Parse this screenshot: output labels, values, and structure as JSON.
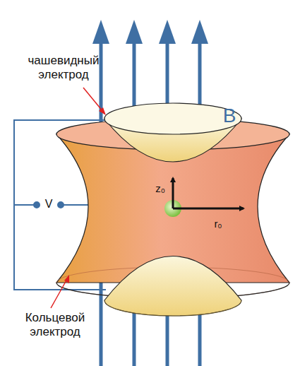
{
  "diagram": {
    "labels": [
      "чашевидный электрод",
      "B",
      "z₀",
      "r₀",
      "V",
      "Кольцевой электрод"
    ]
  }
}
